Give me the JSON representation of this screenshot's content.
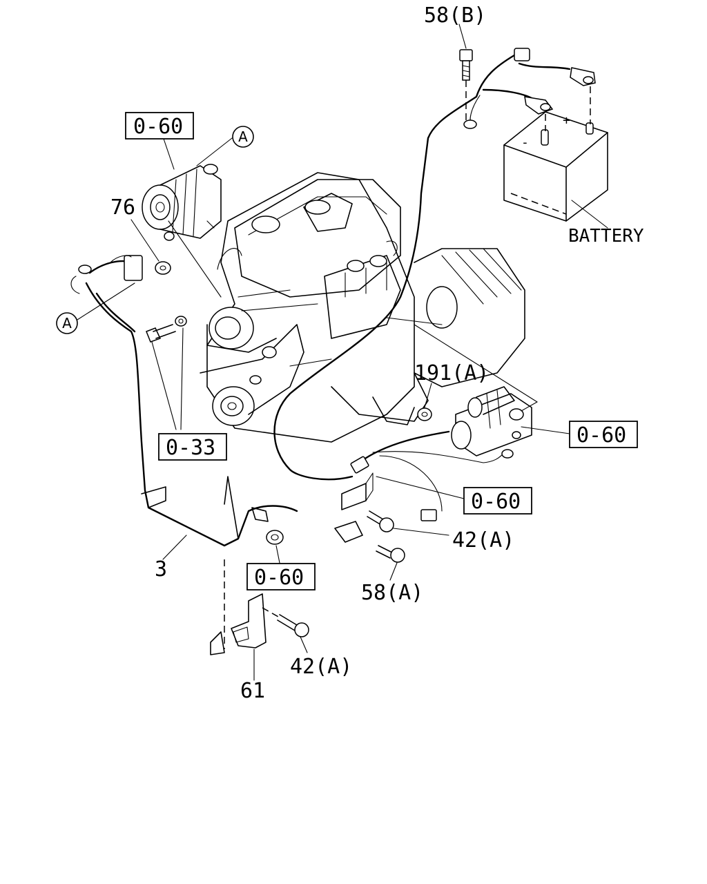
{
  "callouts": {
    "c58b": "58(B)",
    "c060_alt": "0-60",
    "cA_top": "A",
    "c76": "76",
    "cA_left": "A",
    "c033": "0-33",
    "c191a": "191(A)",
    "c060_starter": "0-60",
    "c060_mid": "0-60",
    "c42a_upper": "42(A)",
    "c3": "3",
    "c060_low": "0-60",
    "c58a": "58(A)",
    "c42a_lower": "42(A)",
    "c61": "61",
    "battery": "BATTERY",
    "plus": "+",
    "minus": "-"
  }
}
